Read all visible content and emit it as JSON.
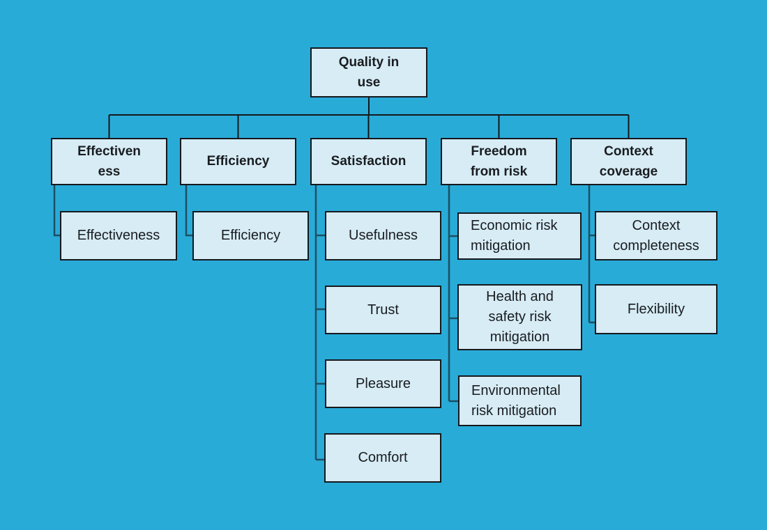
{
  "diagram": {
    "type": "flowchart-tree",
    "colors": {
      "canvas_background": "#29abd8",
      "node_fill": "#d7ecf5",
      "node_border": "#15181c",
      "top_tree_line": "#16181b",
      "branch_line": "#1c4f63",
      "text": "#191c20"
    },
    "nodes": {
      "root": {
        "label": "Quality in\nuse"
      },
      "effectiveness": {
        "label": "Effectiven\ness"
      },
      "efficiency": {
        "label": "Efficiency"
      },
      "satisfaction": {
        "label": "Satisfaction"
      },
      "freedom_from_risk": {
        "label": "Freedom\nfrom risk"
      },
      "context_coverage": {
        "label": "Context\ncoverage"
      },
      "effectiveness_sub": {
        "label": "Effectiveness"
      },
      "efficiency_sub": {
        "label": "Efficiency"
      },
      "usefulness": {
        "label": "Usefulness"
      },
      "trust": {
        "label": "Trust"
      },
      "pleasure": {
        "label": "Pleasure"
      },
      "comfort": {
        "label": "Comfort"
      },
      "economic_risk": {
        "label": "Economic risk\nmitigation"
      },
      "health_safety_risk": {
        "label": "Health and\nsafety risk\nmitigation"
      },
      "environmental_risk": {
        "label": "Environmental\nrisk mitigation"
      },
      "context_completeness": {
        "label": "Context\ncompleteness"
      },
      "flexibility": {
        "label": "Flexibility"
      }
    },
    "edges": [
      [
        "root",
        "effectiveness"
      ],
      [
        "root",
        "efficiency"
      ],
      [
        "root",
        "satisfaction"
      ],
      [
        "root",
        "freedom_from_risk"
      ],
      [
        "root",
        "context_coverage"
      ],
      [
        "effectiveness",
        "effectiveness_sub"
      ],
      [
        "efficiency",
        "efficiency_sub"
      ],
      [
        "satisfaction",
        "usefulness"
      ],
      [
        "satisfaction",
        "trust"
      ],
      [
        "satisfaction",
        "pleasure"
      ],
      [
        "satisfaction",
        "comfort"
      ],
      [
        "freedom_from_risk",
        "economic_risk"
      ],
      [
        "freedom_from_risk",
        "health_safety_risk"
      ],
      [
        "freedom_from_risk",
        "environmental_risk"
      ],
      [
        "context_coverage",
        "context_completeness"
      ],
      [
        "context_coverage",
        "flexibility"
      ]
    ]
  }
}
